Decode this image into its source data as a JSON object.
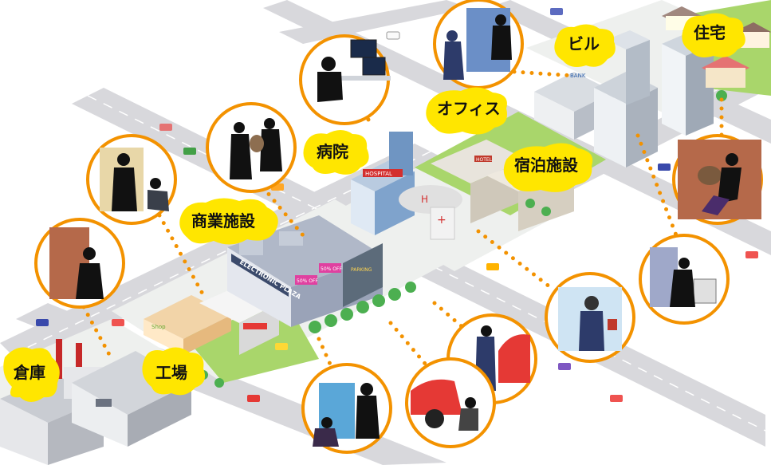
{
  "labels": {
    "warehouse": "倉庫",
    "factory": "工場",
    "commercial": "商業施設",
    "hospital": "病院",
    "office": "オフィス",
    "building": "ビル",
    "residence": "住宅",
    "lodging": "宿泊施設"
  },
  "signs": {
    "plaza": "ELECTRONIC PLAZA",
    "hospital": "HOSPITAL",
    "bank": "BANK",
    "parking": "PARKING",
    "sale1": "50% OFF",
    "sale2": "50% OFF",
    "hotel": "HOTEL",
    "shop": "Shop"
  },
  "colors": {
    "road": "#d8d8dc",
    "roadLine": "#ffffff",
    "ground": "#eef0ee",
    "grass": "#a9d66b",
    "bubble": "#ffe600",
    "circleBorder": "#f39200",
    "dots": "#f39200"
  }
}
